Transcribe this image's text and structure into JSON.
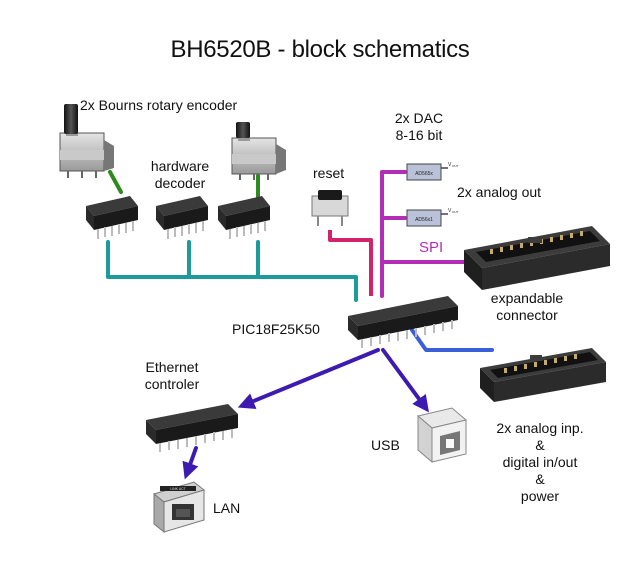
{
  "title": "BH6520B - block schematics",
  "labels": {
    "encoders": "2x Bourns rotary encoder",
    "hardware": "hardware",
    "decoder": "decoder",
    "dac_line1": "2x DAC",
    "dac_line2": "8-16 bit",
    "reset": "reset",
    "analog_out": "2x analog out",
    "spi": "SPI",
    "expandable": "expandable",
    "connector": "connector",
    "mcu": "PIC18F25K50",
    "ethernet": "Ethernet",
    "controller": "controler",
    "usb": "USB",
    "lan": "LAN",
    "analog_inp": "2x analog inp.",
    "amp1": "&",
    "digital": "digital in/out",
    "amp2": "&",
    "power": "power",
    "dac_chip1": "AD565x",
    "dac_chip2": "AD56x1",
    "vout": "V",
    "vout_sub": "OUT",
    "rj45_tag": "LINK ACT"
  },
  "colors": {
    "teal_bus": "#1c9a9c",
    "magenta_bus": "#b42db8",
    "pink_reset": "#d1246a",
    "green_link": "#2d8a1f",
    "blue_link": "#3b5fd9",
    "purple_arrow": "#3d1bb0"
  }
}
